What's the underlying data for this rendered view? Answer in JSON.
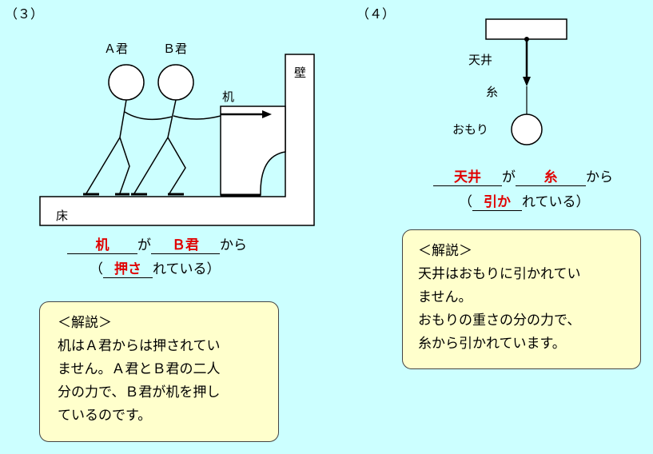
{
  "p3": {
    "number": "（３）",
    "label_a": "Ａ君",
    "label_b": "Ｂ君",
    "label_desk": "机",
    "label_wall": "壁",
    "label_floor": "床",
    "answer": {
      "blank1": "机",
      "mid1": "が",
      "blank2": "Ｂ君",
      "end1": "から",
      "open": "（",
      "blank3": "押さ",
      "end2": "れている）"
    },
    "explanation": {
      "title": "＜解説＞",
      "lines": [
        "机はＡ君からは押されてい",
        "ません。Ａ君とＢ君の二人",
        "分の力で、Ｂ君が机を押し",
        "ているのです。"
      ]
    }
  },
  "p4": {
    "number": "（４）",
    "label_ceiling": "天井",
    "label_string": "糸",
    "label_weight": "おもり",
    "answer": {
      "blank1": "天井",
      "mid1": "が",
      "blank2": "糸",
      "end1": "から",
      "open": "（",
      "blank3": "引か",
      "end2": "れている）"
    },
    "explanation": {
      "title": "＜解説＞",
      "lines": [
        "天井はおもりに引かれてい",
        "ません。",
        "おもりの重さの分の力で、",
        "糸から引かれています。"
      ]
    }
  }
}
